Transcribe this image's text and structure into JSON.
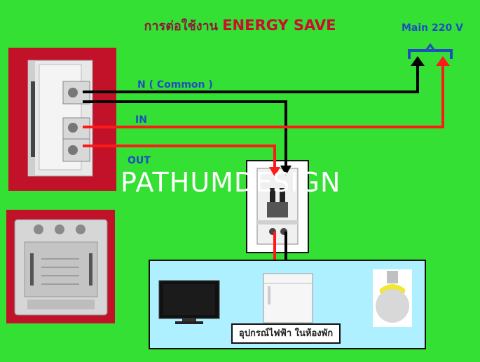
{
  "title": {
    "thai": "การต่อใช้งาน ",
    "english": "ENERGY SAVE"
  },
  "supply": {
    "label": "Main 220 V"
  },
  "wires": {
    "neutral": "N  ( Common )",
    "input": "IN",
    "output": "OUT"
  },
  "watermark": "PATHUMDESIGN",
  "appliances": {
    "caption": "อุปกรณ์ไฟฟ้า ในห้องพัก"
  },
  "colors": {
    "background": "#33e033",
    "neutral_wire": "#000000",
    "live_wire": "#ff1a1a",
    "label_blue": "#1f4fbf"
  }
}
